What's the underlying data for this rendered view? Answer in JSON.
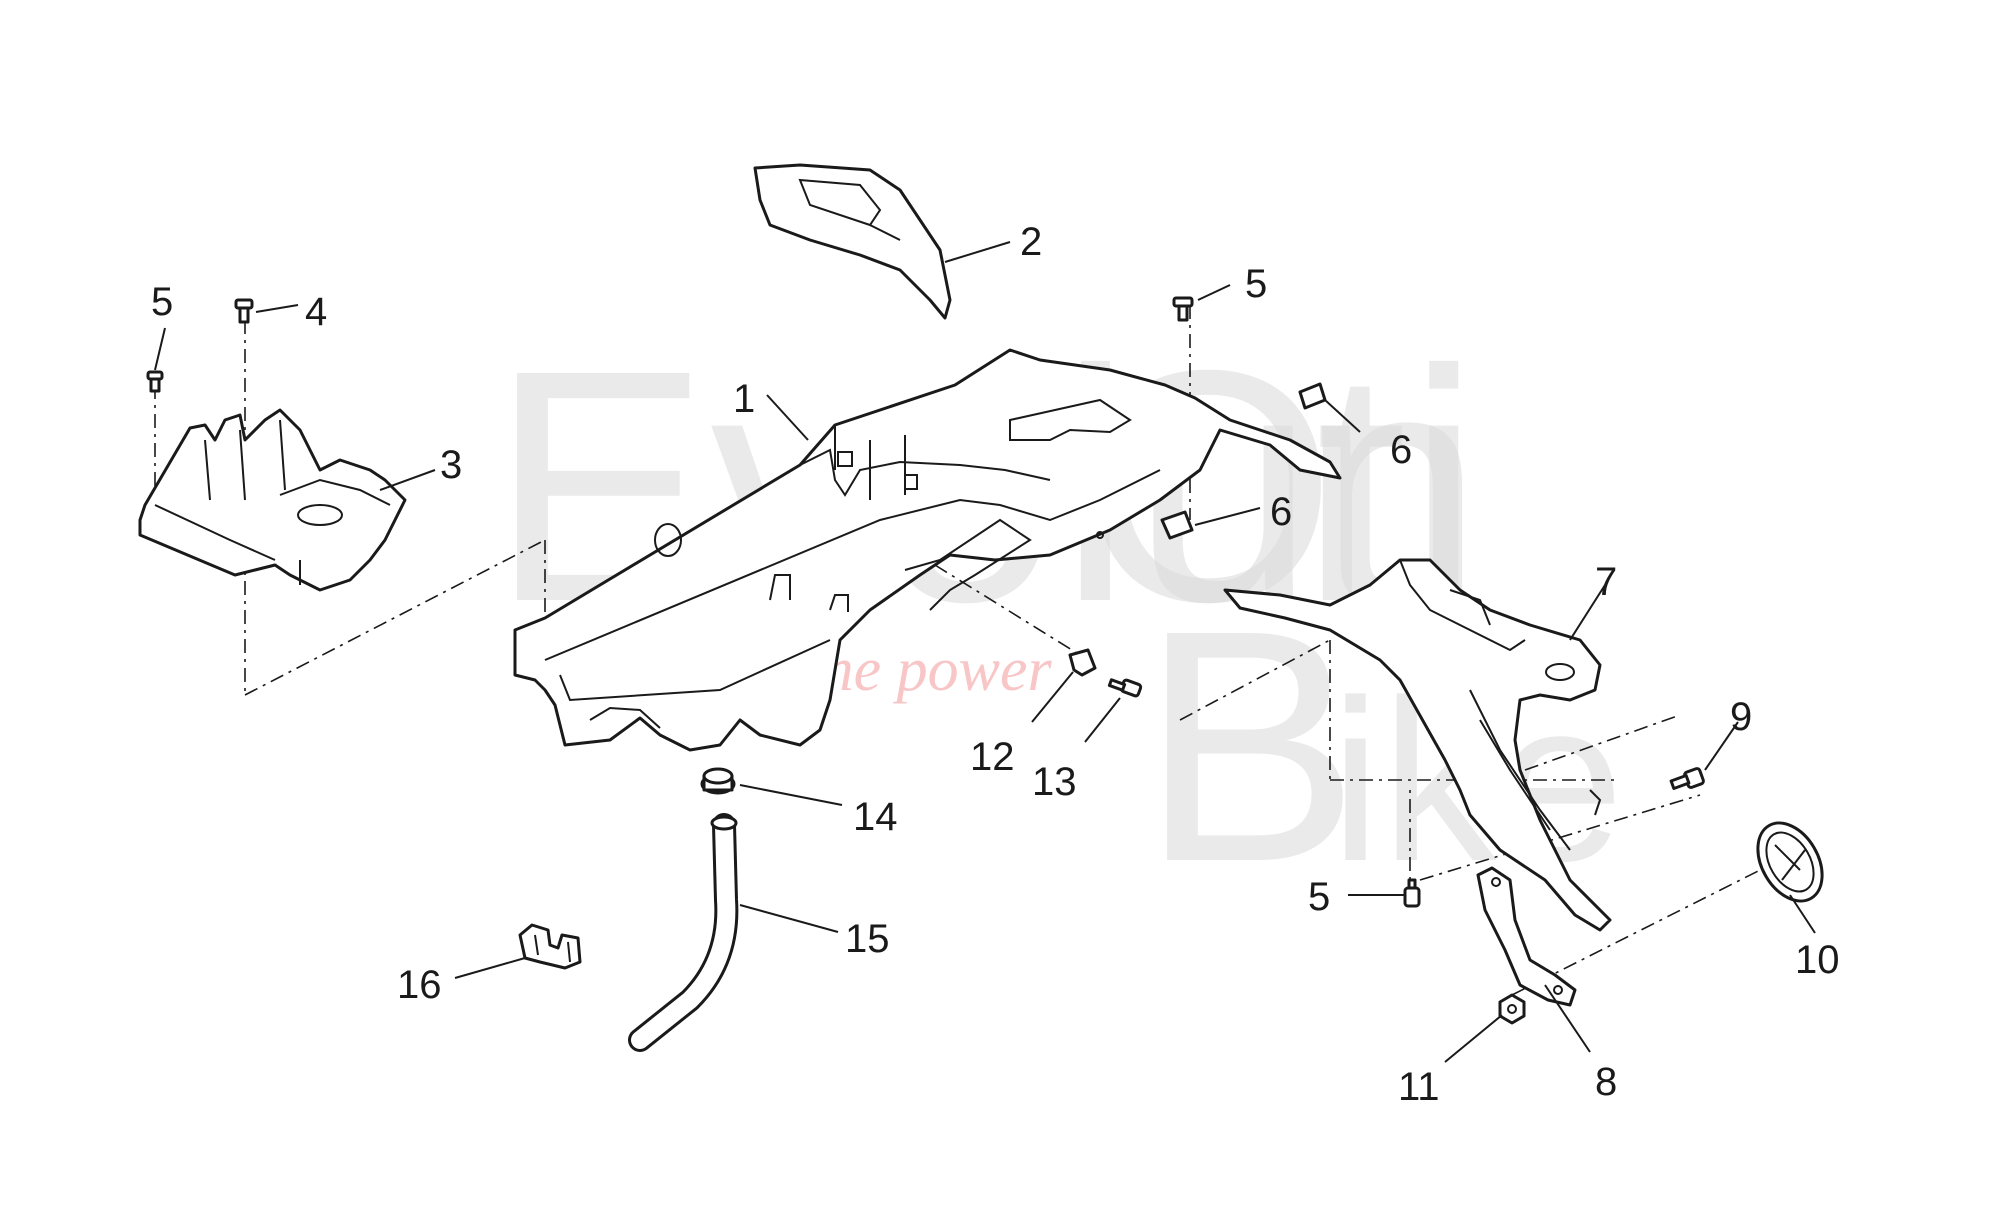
{
  "watermark": {
    "brand_part1": "Evoluti",
    "brand_o": "O",
    "brand_part2": "n",
    "brand_b": "B",
    "brand_part3": "ike",
    "tagline": "ride the power",
    "tagline_color": "#f08080"
  },
  "callouts": [
    {
      "id": "c1",
      "label": "1"
    },
    {
      "id": "c2",
      "label": "2"
    },
    {
      "id": "c3",
      "label": "3"
    },
    {
      "id": "c4",
      "label": "4"
    },
    {
      "id": "c5a",
      "label": "5"
    },
    {
      "id": "c5b",
      "label": "5"
    },
    {
      "id": "c5c",
      "label": "5"
    },
    {
      "id": "c6a",
      "label": "6"
    },
    {
      "id": "c6b",
      "label": "6"
    },
    {
      "id": "c7",
      "label": "7"
    },
    {
      "id": "c8",
      "label": "8"
    },
    {
      "id": "c9",
      "label": "9"
    },
    {
      "id": "c10",
      "label": "10"
    },
    {
      "id": "c11",
      "label": "11"
    },
    {
      "id": "c12",
      "label": "12"
    },
    {
      "id": "c13",
      "label": "13"
    },
    {
      "id": "c14",
      "label": "14"
    },
    {
      "id": "c15",
      "label": "15"
    },
    {
      "id": "c16",
      "label": "16"
    }
  ]
}
